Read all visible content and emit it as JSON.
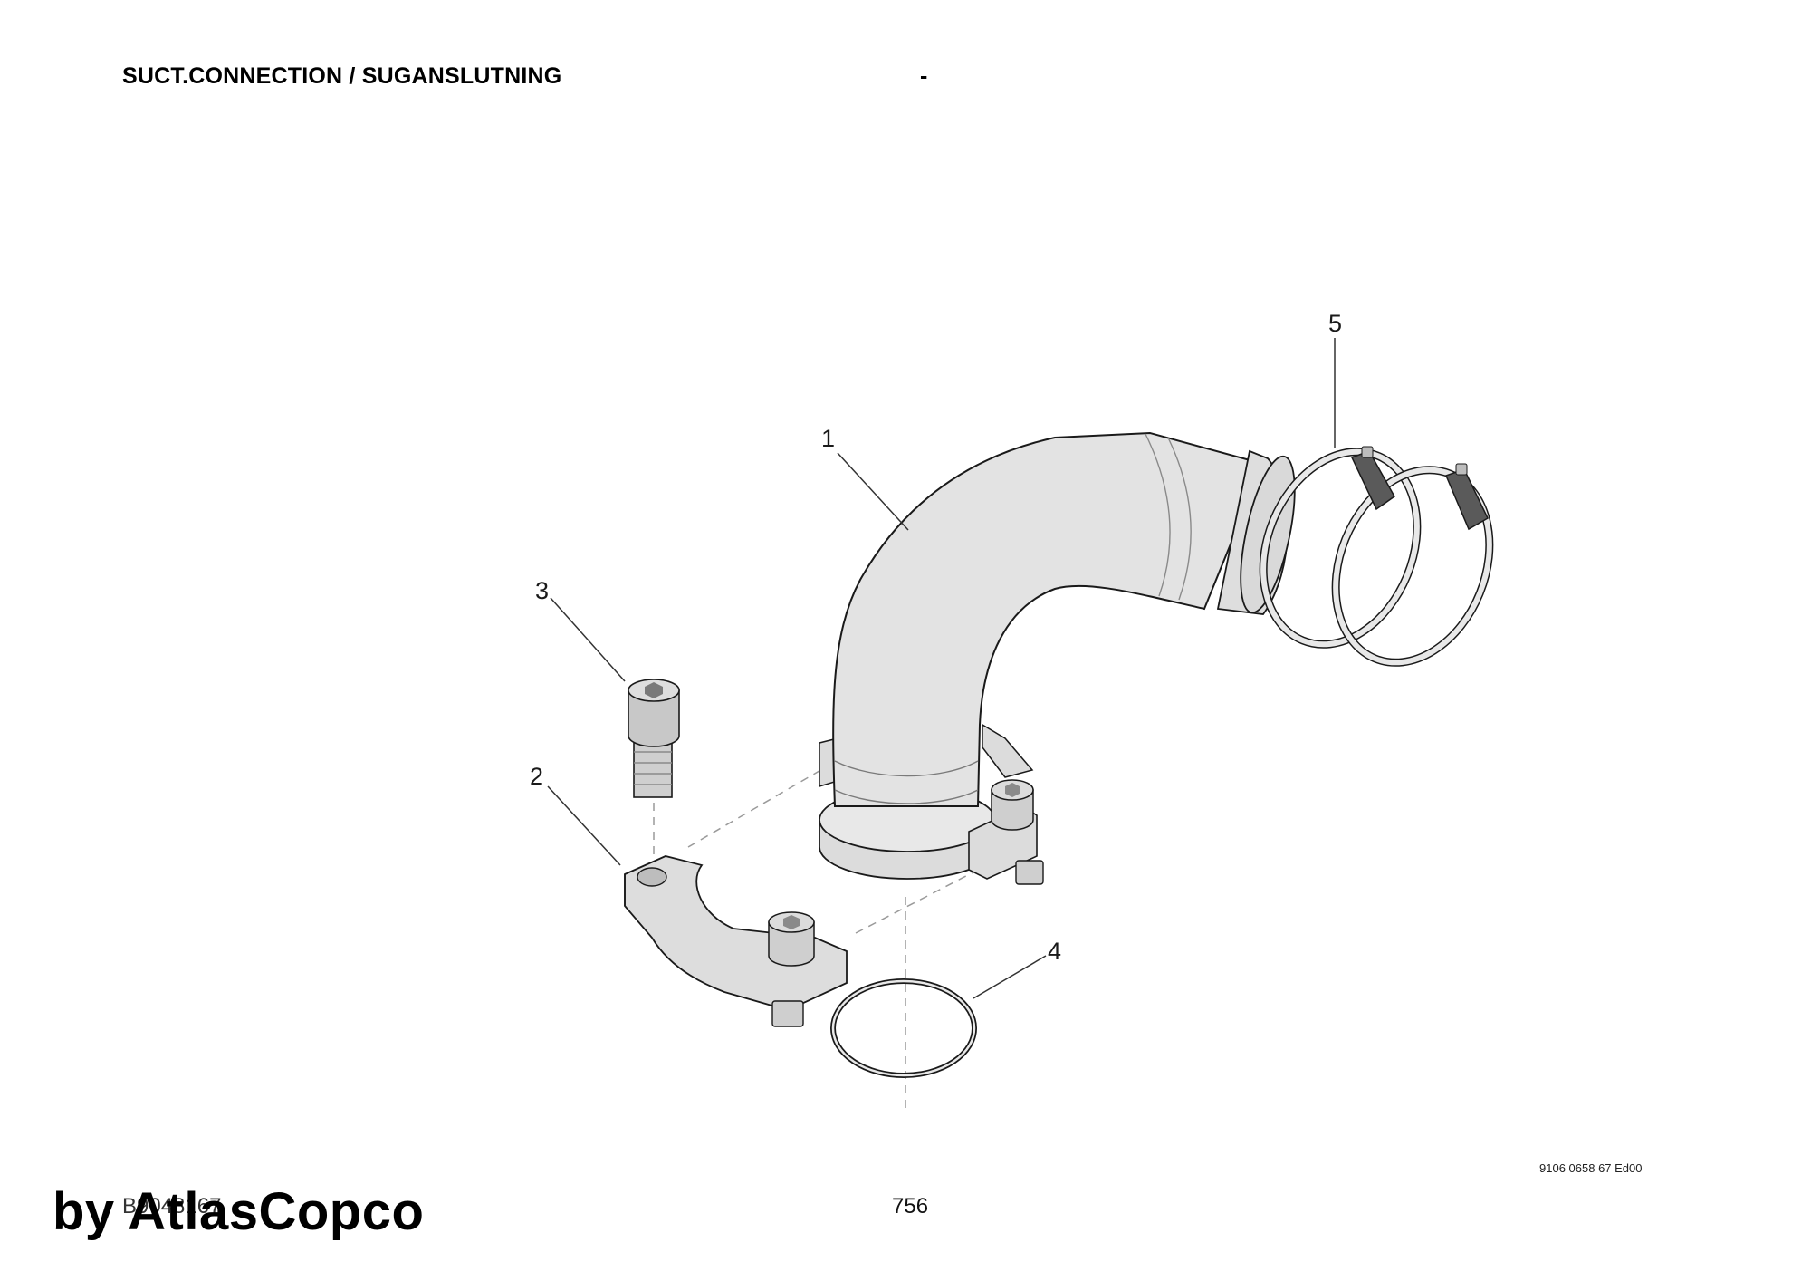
{
  "header": {
    "title": "SUCT.CONNECTION / SUGANSLUTNING",
    "dash": "-"
  },
  "callouts": {
    "c1": "1",
    "c2": "2",
    "c3": "3",
    "c4": "4",
    "c5": "5"
  },
  "footer": {
    "doc_number": "9106 0658 67 Ed00",
    "figure_id": "B9048167",
    "page_number": "756"
  },
  "watermark": {
    "text": "by AtlasCopco"
  },
  "colors": {
    "part_fill": "#e3e3e3",
    "outline": "#1a1a1a",
    "clamp_latch": "#5a5a5a",
    "background": "#ffffff"
  }
}
